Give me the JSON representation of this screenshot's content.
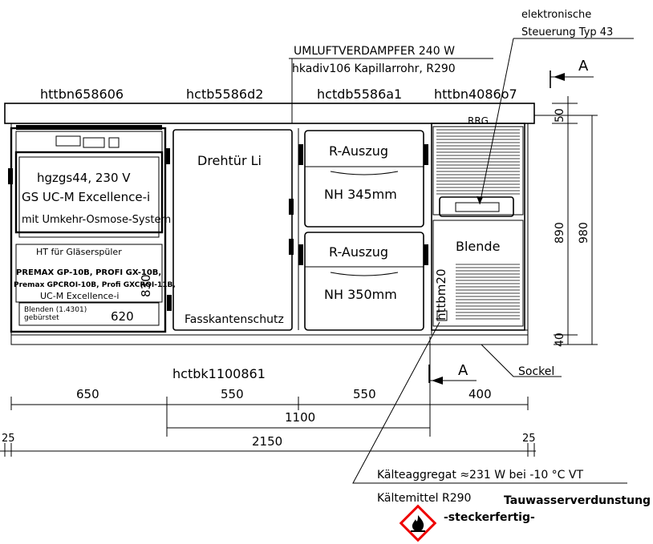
{
  "header": {
    "compressor_title": "UMLUFTVERDAMPFER 240 W",
    "compressor_sub": "hkadiv106 Kapillarrohr, R290",
    "control_line1": "elektronische",
    "control_line2": "Steuerung Typ 43"
  },
  "modules": {
    "m1_code": "httbn658606",
    "m2_code": "hctb5586d2",
    "m3_code": "hctdb5586a1",
    "m4_code": "httbn4086o7"
  },
  "dishwasher": {
    "line1": "hgzgs44, 230 V",
    "line2": "GS UC-M Excellence-i",
    "line3": "mit Umkehr-Osmose-System",
    "box_title": "HT für Gläserspüler",
    "box_line1": "PREMAX GP-10B, PROFI GX-10B,",
    "box_line2": "Premax GPCROI-10B, Profi GXCROI-11B,",
    "box_line3": "UC-M Excellence-i",
    "blend_line1": "Blenden (1.4301)",
    "blend_line2": "gebürstet",
    "width_label": "620",
    "height_label": "830"
  },
  "door": {
    "label": "Drehtür Li",
    "bottom_label": "Fasskantenschutz"
  },
  "drawers": {
    "top_label": "R-Auszug",
    "top_nh": "NH 345mm",
    "bottom_label": "R-Auszug",
    "bottom_nh": "NH 350mm"
  },
  "right_module": {
    "rrg": "RRG",
    "blende": "Blende",
    "vertical_code": "httbm20"
  },
  "labels": {
    "base_code": "hctbk1100861",
    "section_a_top": "A",
    "section_a_bottom": "A",
    "sockel": "Sockel"
  },
  "dimensions": {
    "d650": "650",
    "d550a": "550",
    "d550b": "550",
    "d400": "400",
    "d1100": "1100",
    "d2150": "2150",
    "d25_left": "25",
    "d25_right": "25",
    "d50": "50",
    "d890": "890",
    "d980": "980",
    "d40": "40"
  },
  "refrigeration": {
    "line1": "Kälteaggregat ≈231 W bei -10 °C VT",
    "line2": "Kältemittel R290",
    "tauwasser": "Tauwasserverdunstung",
    "stecker": "-steckerfertig-"
  },
  "icons": {
    "flammable": "flammable-warning-icon"
  }
}
